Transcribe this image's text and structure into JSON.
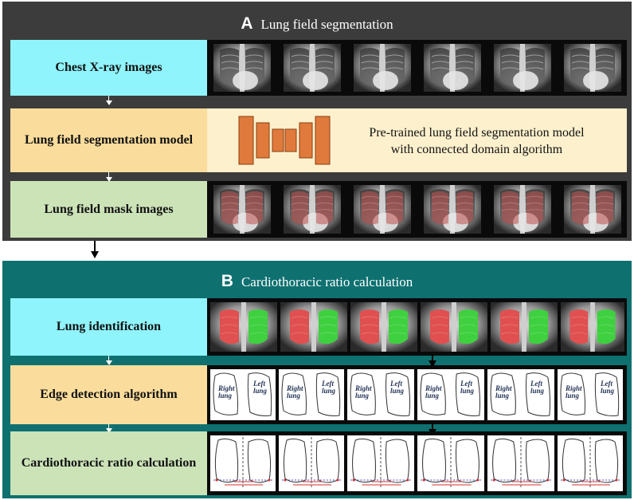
{
  "panel_a": {
    "letter": "A",
    "title": "Lung field segmentation",
    "rows": [
      {
        "label": "Chest X-ray images"
      },
      {
        "label": "Lung field segmentation model"
      },
      {
        "label": "Lung field mask images"
      }
    ],
    "model_text": [
      "Pre-trained lung field segmentation model",
      "with connected domain  algorithm"
    ]
  },
  "panel_b": {
    "letter": "B",
    "title": "Cardiothoracic ratio calculation",
    "rows": [
      {
        "label": "Lung identification"
      },
      {
        "label": "Edge detection algorithm"
      },
      {
        "label": "Cardiothoracic ratio calculation"
      }
    ],
    "edge_labels": {
      "right": "Right lung",
      "left": "Left lung"
    }
  },
  "colors": {
    "panel_a_bg": "#3c3c3c",
    "panel_b_bg": "#0f7070",
    "row_cyan": "#8ff4fb",
    "row_orange": "#fadd9c",
    "row_green": "#cce3b8",
    "model_bg": "#fdf0cd",
    "unet_block": "#e07a3c",
    "right_lung": "#e05050",
    "left_lung": "#3fd040"
  }
}
